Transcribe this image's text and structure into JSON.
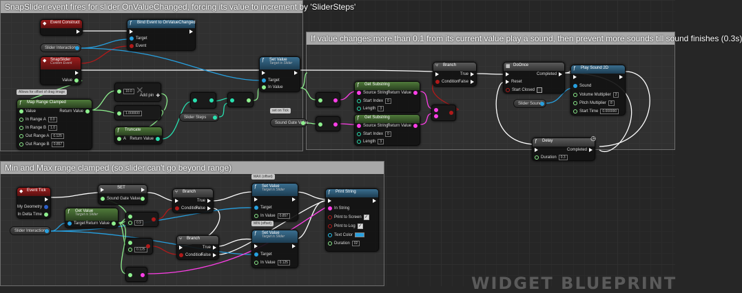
{
  "comments": {
    "slider_event": "SnapSlider event fires for slider OnValueChanged, forcing its value to increment by 'SliderSteps'",
    "sound": "If value changes more than 0.1 from its current value play a sound, then prevent more sounds till sound finishes (0.3s)",
    "range": "Min and Max range clamped (so slider can't go beyond range)"
  },
  "nodes": {
    "event_construct": {
      "title": "Event Construct"
    },
    "bind_event": {
      "title": "Bind Event to OnValueChanged",
      "target": "Target",
      "event": "Event"
    },
    "slider_interaction_1": {
      "label": "Slider Interaction"
    },
    "snap_slider": {
      "title": "SnapSlider",
      "subtitle": "Custom Event",
      "value": "Value"
    },
    "note_offset": {
      "text": "Allows for offset of drag image"
    },
    "map_range": {
      "title": "Map Range Clamped",
      "value": "Value",
      "return_value": "Return Value",
      "in_range_a": "In Range A",
      "in_range_a_val": "0.0",
      "in_range_b": "In Range B",
      "in_range_b_val": "1.0",
      "out_range_a": "Out Range A",
      "out_range_a_val": "0.125",
      "out_range_b": "Out Range B",
      "out_range_b_val": "0.857"
    },
    "add_node": {
      "val_a": "10.0",
      "add_pin": "Add pin"
    },
    "float_1": {
      "val": "1.000000"
    },
    "truncate": {
      "title": "Truncate",
      "a": "A",
      "return_value": "Return Value"
    },
    "slider_steps": {
      "label": "Slider Steps"
    },
    "set_value_1": {
      "title": "Set Value",
      "subtitle": "Target is Slider",
      "target": "Target",
      "in_value": "In Value"
    },
    "note_set_tick": {
      "text": "set on Tick"
    },
    "sound_gate_value_1": {
      "label": "Sound Gate Value"
    },
    "get_substring_1": {
      "title": "Get Substring",
      "source": "Source String",
      "return_value": "Return Value",
      "start_index": "Start Index",
      "start_index_val": "0",
      "length": "Length",
      "length_val": "3"
    },
    "get_substring_2": {
      "title": "Get Substring",
      "source": "Source String",
      "return_value": "Return Value",
      "start_index": "Start Index",
      "start_index_val": "0",
      "length": "Length",
      "length_val": "3"
    },
    "branch_1": {
      "title": "Branch",
      "condition": "Condition",
      "true": "True",
      "false": "False"
    },
    "do_once": {
      "title": "DoOnce",
      "completed": "Completed",
      "reset": "Reset",
      "start_closed": "Start Closed"
    },
    "slider_sound": {
      "label": "Slider Sound"
    },
    "play_sound": {
      "title": "Play Sound 2D",
      "sound": "Sound",
      "volume": "Volume Multiplier",
      "volume_val": "2",
      "pitch": "Pitch Multiplier",
      "pitch_val": "8",
      "start_time": "Start Time",
      "start_time_val": "0.000000"
    },
    "delay": {
      "title": "Delay",
      "completed": "Completed",
      "duration": "Duration",
      "duration_val": "0.3"
    },
    "event_tick": {
      "title": "Event Tick",
      "geometry": "My Geometry",
      "delta": "In Delta Time"
    },
    "set_node": {
      "title": "SET",
      "label": "Sound Gate Value"
    },
    "get_value": {
      "title": "Get Value",
      "subtitle": "Target is Slider",
      "target": "Target",
      "return_value": "Return Value"
    },
    "slider_interaction_2": {
      "label": "Slider Interaction"
    },
    "cmp_1_val": "0.9",
    "cmp_2_val": "0.125",
    "branch_2": {
      "title": "Branch",
      "condition": "Condition",
      "true": "True",
      "false": "False"
    },
    "branch_3": {
      "title": "Branch",
      "condition": "Condition",
      "true": "True",
      "false": "False"
    },
    "note_max": {
      "text": "MAX (offset)"
    },
    "note_min": {
      "text": "MIN (offset)"
    },
    "set_value_max": {
      "title": "Set Value",
      "subtitle": "Target is Slider",
      "target": "Target",
      "in_value": "In Value",
      "in_value_val": "0.857"
    },
    "set_value_min": {
      "title": "Set Value",
      "subtitle": "Target is Slider",
      "target": "Target",
      "in_value": "In Value",
      "in_value_val": "0.125"
    },
    "print_string": {
      "title": "Print String",
      "in_string": "In String",
      "print_screen": "Print to Screen",
      "print_log": "Print to Log",
      "text_color": "Text Color",
      "duration": "Duration",
      "duration_val": "02"
    }
  },
  "watermark": "WIDGET BLUEPRINT"
}
